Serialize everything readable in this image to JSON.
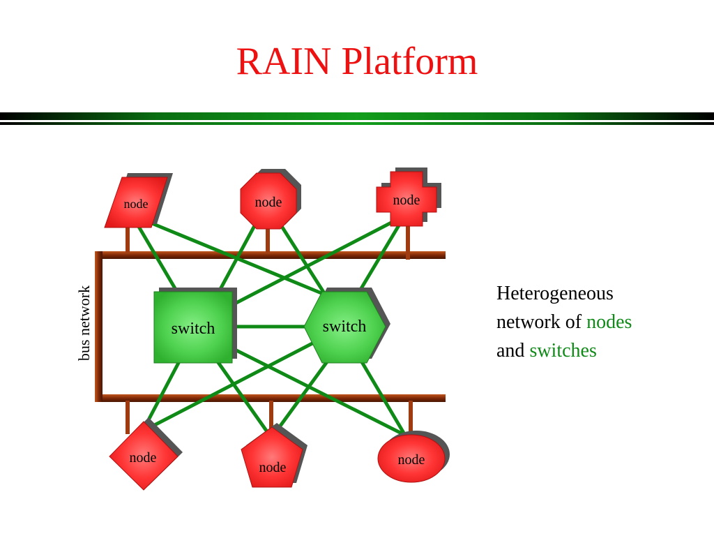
{
  "slide": {
    "title": "RAIN Platform"
  },
  "diagram": {
    "bus_label": "bus network",
    "nodes": [
      {
        "id": "node-top-left",
        "shape": "parallelogram",
        "label": "node"
      },
      {
        "id": "node-top-middle",
        "shape": "octagon",
        "label": "node"
      },
      {
        "id": "node-top-right",
        "shape": "cross",
        "label": "node"
      },
      {
        "id": "node-bottom-left",
        "shape": "diamond",
        "label": "node"
      },
      {
        "id": "node-bottom-middle",
        "shape": "pentagon",
        "label": "node"
      },
      {
        "id": "node-bottom-right",
        "shape": "ellipse",
        "label": "node"
      }
    ],
    "switches": [
      {
        "id": "switch-left",
        "shape": "square",
        "label": "switch"
      },
      {
        "id": "switch-right",
        "shape": "hexagon",
        "label": "switch"
      }
    ],
    "colors": {
      "node_fill": "#ff3a3a",
      "switch_fill": "#4cd04c",
      "link": "#0f8a17",
      "bus": "#8b2e0c"
    }
  },
  "caption": {
    "line1": "Heterogeneous",
    "line2_prefix": "network of ",
    "line2_highlight": "nodes",
    "line3_prefix": "and ",
    "line3_highlight": "switches"
  }
}
